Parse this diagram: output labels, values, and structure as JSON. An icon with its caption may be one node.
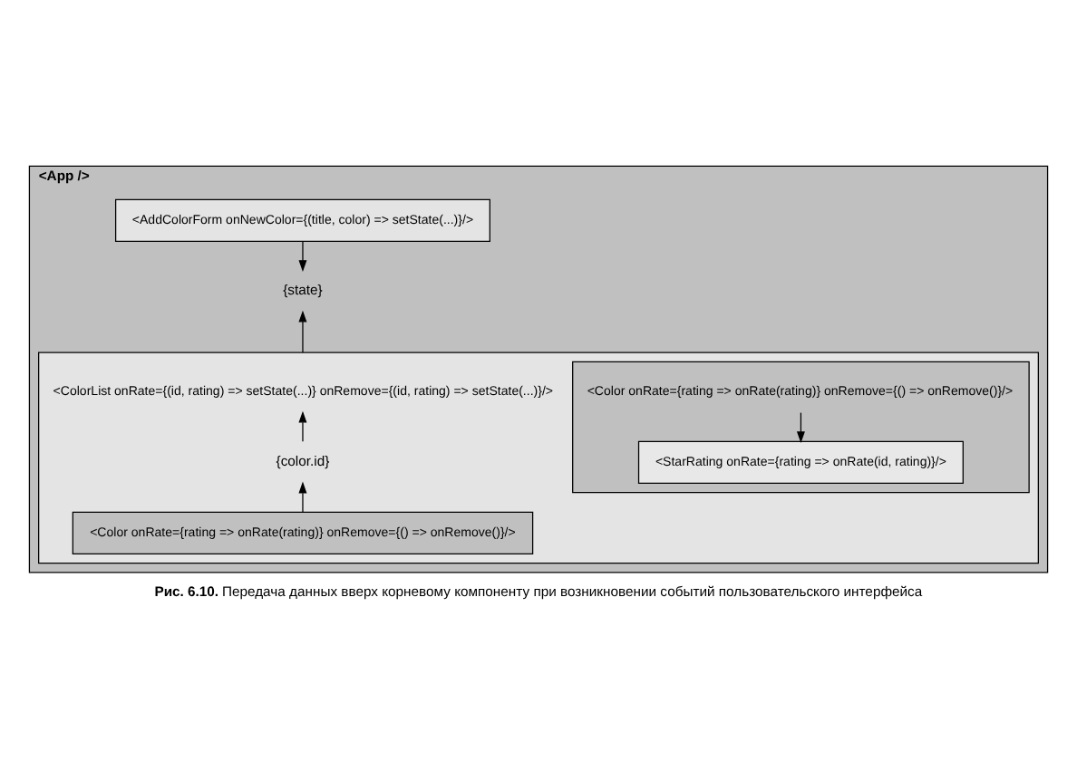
{
  "diagram": {
    "caption": "**Рис. 6.10.** Передача данных вверх корневому компоненту при возникновении событий пользовательского интерфейса",
    "nodes": [
      {
        "text": [
          "<App />"
        ]
      },
      {
        "text": [
          "{state}"
        ],
        "in": 0
      },
      {
        "text": [
          "<AddColorForm onNewColor={(title, color) => setState(...)}/>"
        ],
        "in": 0
      },
      {
        "text": [
          "<ColorList onRate={(id, rating) => setState(...)} onRemove={(id, rating) => setState(...)}/>"
        ],
        "in": 0
      },
      {
        "text": [
          "{color.id}"
        ],
        "in": 3
      },
      {
        "text": [
          "<Color onRate={rating => onRate(rating)} onRemove={() => onRemove()}/>"
        ],
        "in": 3
      },
      {
        "text": [
          "<Color onRate={rating => onRate(rating)} onRemove={() => onRemove()}/>"
        ],
        "in": 3
      },
      {
        "text": [
          "<StarRating onRate={rating => onRate(id, rating)}/>"
        ],
        "in": 6
      }
    ],
    "edges": [
      {
        "from": 2,
        "to": 1,
        "arrow": "to"
      },
      {
        "from": 3,
        "to": 1,
        "arrow": "to"
      },
      {
        "from": 4,
        "to": 3,
        "arrow": "to"
      },
      {
        "from": 5,
        "to": 4,
        "arrow": "to"
      },
      {
        "from": 6,
        "to": 7,
        "arrow": "to"
      }
    ]
  }
}
